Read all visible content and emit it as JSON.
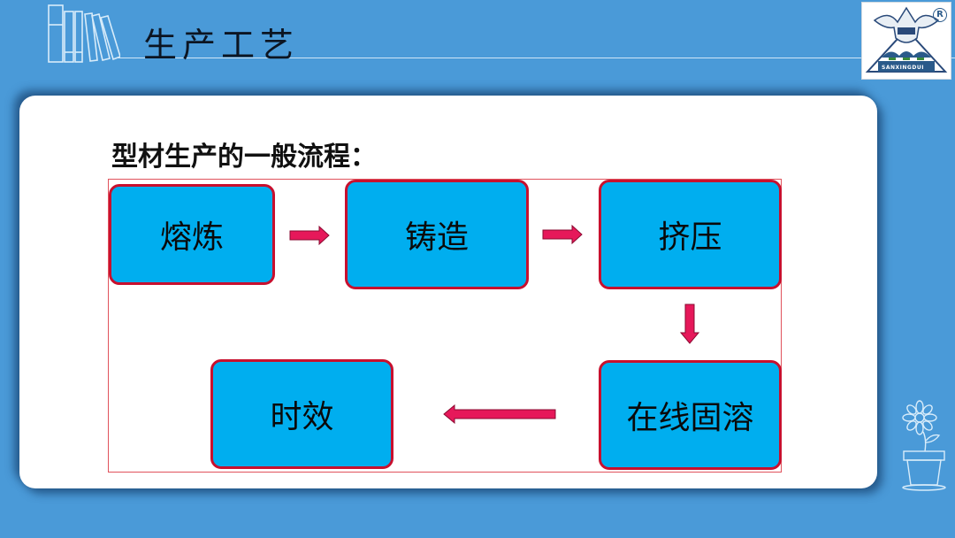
{
  "header": {
    "title": "生产工艺",
    "logo": {
      "text": "SANXINGDUI",
      "registered": "R"
    }
  },
  "content": {
    "subtitle": "型材生产的一般流程：",
    "steps": [
      {
        "label": "熔炼"
      },
      {
        "label": "铸造"
      },
      {
        "label": "挤压"
      },
      {
        "label": "在线固溶"
      },
      {
        "label": "时效"
      }
    ],
    "flow": [
      "熔炼",
      "铸造",
      "挤压",
      "在线固溶",
      "时效"
    ]
  },
  "colors": {
    "background": "#4a9ad8",
    "box_fill": "#00aeef",
    "box_border": "#c8102e",
    "arrow": "#e6185a",
    "frame": "#e0525c"
  },
  "icons": {
    "header_decoration": "books-icon",
    "footer_decoration": "flower-pot-icon"
  }
}
